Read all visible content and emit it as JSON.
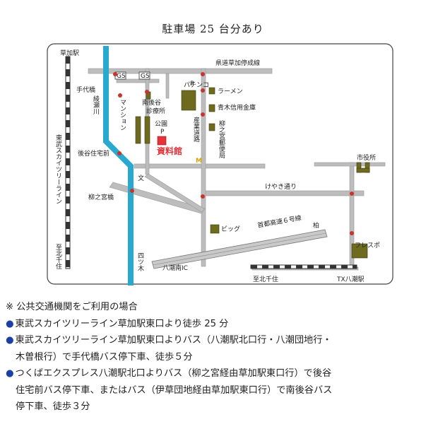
{
  "title": "駐車場 25 台分あり",
  "colors": {
    "river": "#2aa9d0",
    "road": "#b8b8b8",
    "landmark": "#6e6b1e",
    "highlight": "#e8323a",
    "signal": "#c8342f",
    "bullet": "#1a3fa6"
  },
  "map": {
    "labels": {
      "soka_station": "草加駅",
      "prefectural_road": "県道草加停成線",
      "gs1": "GS",
      "gs2": "GS",
      "tesirobashi": "手代橋",
      "minami_goya": "南後谷",
      "pachinko": "パチンコ",
      "ramen": "ラーメン",
      "aoki_bank": "青木信用金庫",
      "ayase": "綾瀬川",
      "mansion": "マンション",
      "clinic": "診療所",
      "park": "公園",
      "p1": "P",
      "p2": "P",
      "sangyo_road": "産業道路",
      "yanagi_post": "柳之宮郵便局",
      "tobu_line": "東武スカイツリーライン",
      "goya_jutaku": "後谷住宅前",
      "shiryokan": "資料館",
      "shiyakusho": "市役所",
      "bun": "文",
      "keyaki": "けやき通り",
      "yanaginomiya_bashi": "柳之宮橋",
      "big": "ビッグ",
      "shuto6": "首都高速６号線",
      "kashiwa": "柏",
      "fressupo": "フレスポ",
      "to_kitasenju_left": "至北千住",
      "yotsugi": "四ツ木",
      "yashio_ic": "八潮南IC",
      "to_kitasenju_bottom": "至北千住",
      "tx_yashio": "TX八潮駅"
    }
  },
  "notes": {
    "heading": "※ 公共交通機関をご利用の場合",
    "items": [
      {
        "lines": [
          "東武スカイツリーライン草加駅東口より徒歩 25 分"
        ]
      },
      {
        "lines": [
          "東武スカイツリーライン草加駅東口よりバス（八潮駅北口行・八潮団地行・",
          "木曽根行）で手代橋バス停下車、徒歩５分"
        ]
      },
      {
        "lines": [
          "つくばエクスプレス八潮駅北口よりバス（柳之宮経由草加駅東口行）で後谷",
          "住宅前バス停下車、またはバス（伊草団地経由草加駅東口行）で南後谷バス",
          "停下車、徒歩３分"
        ]
      }
    ]
  }
}
